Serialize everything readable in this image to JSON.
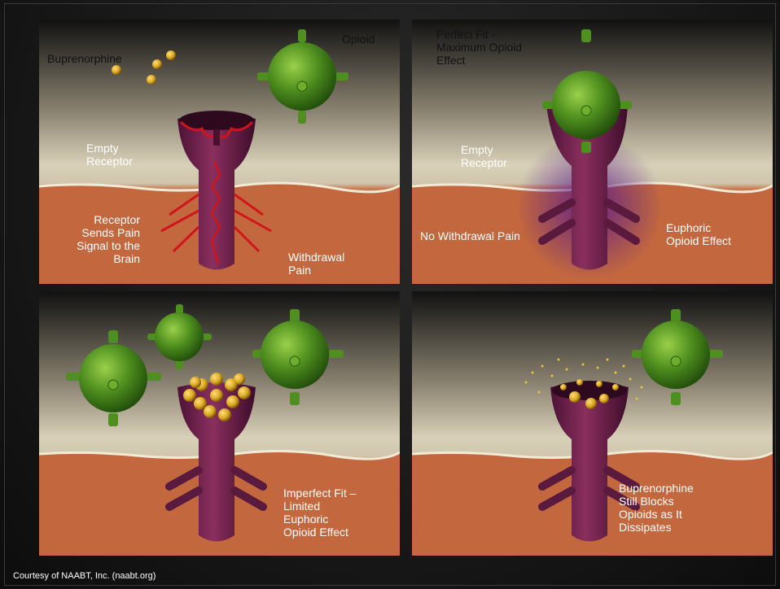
{
  "panels": [
    {
      "id": "top-left",
      "labels": {
        "buprenorphine": "Buprenorphine",
        "opioid": "Opioid",
        "empty_receptor": "Empty\nReceptor",
        "receptor_signal": "Receptor\nSends Pain\nSignal to the\nBrain",
        "withdrawal": "Withdrawal\nPain"
      }
    },
    {
      "id": "top-right",
      "labels": {
        "perfect_fit": "Perfect Fit -\nMaximum Opioid\nEffect",
        "empty_receptor": "Empty\nReceptor",
        "no_withdrawal": "No Withdrawal Pain",
        "euphoric": "Euphoric\nOpioid Effect"
      }
    },
    {
      "id": "bottom-left",
      "labels": {
        "imperfect_fit": "Imperfect Fit –\nLimited\nEuphoric\nOpioid Effect"
      }
    },
    {
      "id": "bottom-right",
      "labels": {
        "still_blocks": "Buprenorphine\nStill Blocks\nOpioids as It\nDissipates"
      }
    }
  ],
  "credit": "Courtesy of NAABT, Inc. (naabt.org)",
  "colors": {
    "opioid_green": "#4f8f1f",
    "receptor_purple": "#6a1f4a",
    "bupe_gold": "#d9a520",
    "membrane": "#ccc5ac",
    "tissue": "#c56e45"
  }
}
